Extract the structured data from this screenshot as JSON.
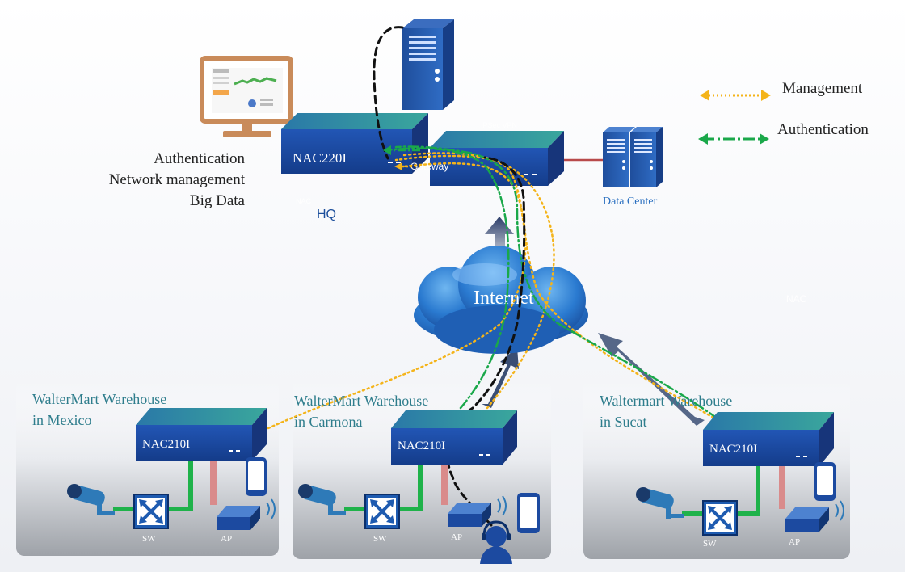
{
  "legend": {
    "management": "Management",
    "authentication": "Authentication"
  },
  "hq": {
    "label": "HQ",
    "tag": "NAC",
    "nac_model": "NAC220I",
    "gateway_label": "Gateway",
    "gateway_top_label": "IPSec VPN",
    "functions": [
      "Authentication",
      "Network management",
      "Big Data"
    ]
  },
  "data_center": {
    "label": "Data Center"
  },
  "internet": {
    "label": "Internet"
  },
  "side_tag": "NAC",
  "branches": [
    {
      "title_line1": "WalterMart Warehouse",
      "title_line2": "in  Mexico",
      "nac_model": "NAC210I",
      "switch_label": "SW",
      "ap_label": "AP"
    },
    {
      "title_line1": "WalterMart Warehouse",
      "title_line2": "in Carmona",
      "nac_model": "NAC210I",
      "switch_label": "SW",
      "ap_label": "AP"
    },
    {
      "title_line1": "Waltermart Warehouse",
      "title_line2": "in Sucat",
      "nac_model": "NAC210I",
      "switch_label": "SW",
      "ap_label": "AP"
    }
  ],
  "colors": {
    "management": "#f4b41a",
    "authentication": "#1aa84a",
    "device_front": "#1c4aa0",
    "device_top": "#2d9a9a",
    "branch_title": "#2e7d8c",
    "link_green": "#1fb24a",
    "link_red": "#d98b8b"
  }
}
